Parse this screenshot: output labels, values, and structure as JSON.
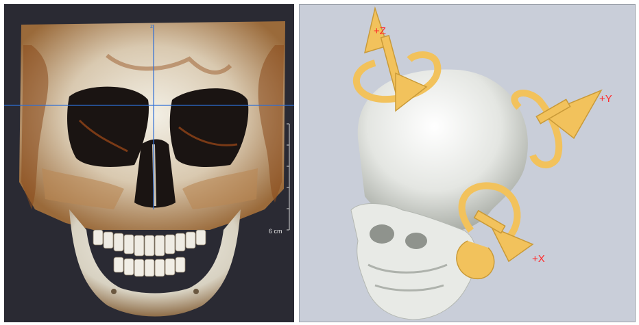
{
  "left_panel": {
    "scale_label": "6 cm",
    "top_marker": "z",
    "crosshair_color": "#2f6fd6"
  },
  "right_panel": {
    "axes": {
      "z": "+Z",
      "y": "+Y",
      "x": "+X"
    },
    "gizmo_color": "#f2c25c",
    "label_color": "#ff2a2a"
  }
}
